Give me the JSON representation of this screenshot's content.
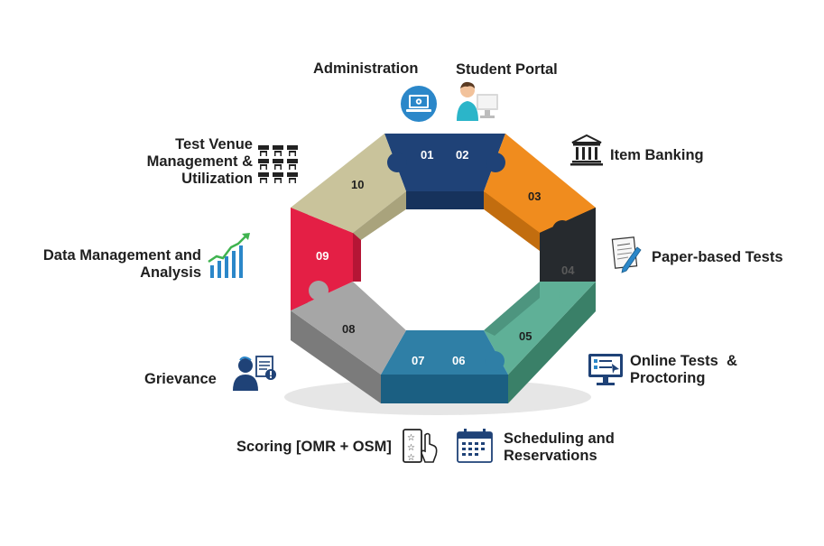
{
  "segments": [
    {
      "num": "01",
      "label": "Administration",
      "color": "#1f4277"
    },
    {
      "num": "02",
      "label": "Student Portal",
      "color": "#1f4277"
    },
    {
      "num": "03",
      "label": "Item Banking",
      "color": "#f08c1e"
    },
    {
      "num": "04",
      "label": "Paper-based Tests",
      "color": "#262a2e"
    },
    {
      "num": "05",
      "label": "Online Tests  & Proctoring",
      "color": "#5fb097"
    },
    {
      "num": "06",
      "label": "Scheduling and Reservations",
      "color": "#2f7fa6"
    },
    {
      "num": "07",
      "label": "Scoring [OMR + OSM]",
      "color": "#2f7fa6"
    },
    {
      "num": "08",
      "label": "Grievance",
      "color": "#a6a6a6"
    },
    {
      "num": "09",
      "label": "Data Management and Analysis",
      "color": "#e41f45"
    },
    {
      "num": "10",
      "label": "Test Venue Management & Utilization",
      "color": "#c9c39b"
    }
  ],
  "labels": {
    "administration": "Administration",
    "student_portal": "Student Portal",
    "item_banking": "Item Banking",
    "paper_based": "Paper-based Tests",
    "online_line1": "Online Tests  &",
    "online_line2": "Proctoring",
    "scheduling_line1": "Scheduling and",
    "scheduling_line2": "Reservations",
    "scoring": "Scoring [OMR + OSM]",
    "grievance": "Grievance",
    "data_line1": "Data Management and",
    "data_line2": "Analysis",
    "venue_line1": "Test Venue",
    "venue_line2": "Management &",
    "venue_line3": "Utilization"
  },
  "icons": {
    "administration": "admin-laptop-icon",
    "student_portal": "student-computer-icon",
    "item_banking": "bank-building-icon",
    "paper_based": "paper-pen-icon",
    "online_tests": "online-test-monitor-icon",
    "scheduling": "calendar-icon",
    "scoring": "scoring-stars-icon",
    "grievance": "grievance-person-icon",
    "data_management": "growth-chart-icon",
    "test_venue": "seating-chairs-icon"
  }
}
